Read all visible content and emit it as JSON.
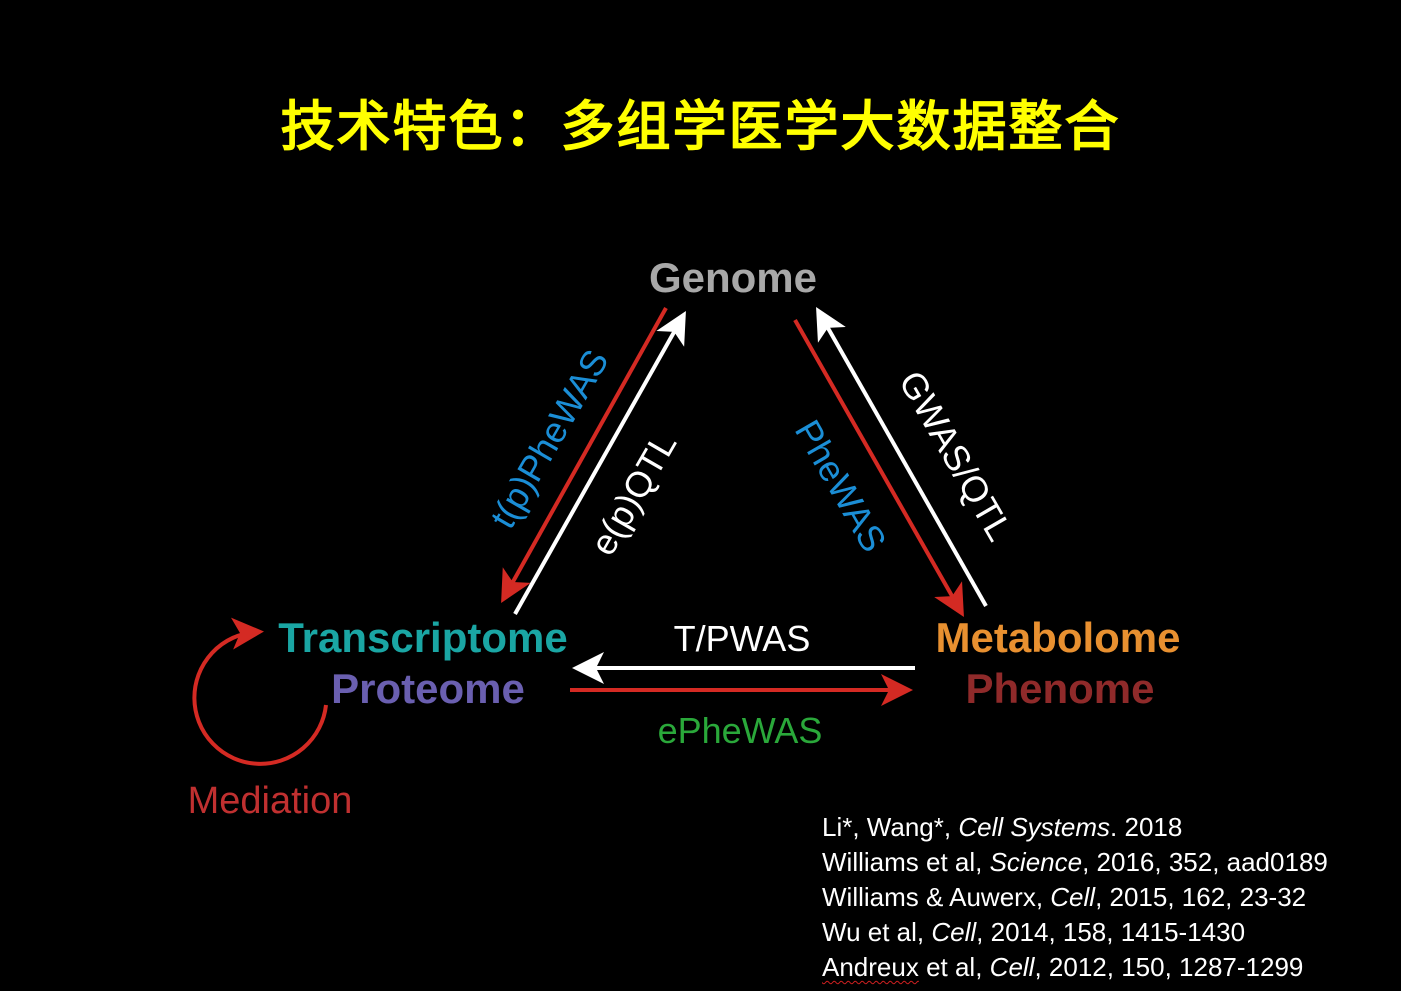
{
  "title": "技术特色：多组学医学大数据整合",
  "colors": {
    "background": "#000000",
    "title": "#ffff00",
    "red_arrow": "#d42a23",
    "white_arrow": "#ffffff",
    "genome": "#a8a8a8",
    "transcriptome": "#1aa6a4",
    "proteome": "#6a5fb0",
    "metabolome": "#e89030",
    "phenome": "#8f2a2a",
    "blue_label": "#1b8ed6",
    "green_label": "#2aa83a",
    "mediation": "#c03030"
  },
  "nodes": {
    "genome": "Genome",
    "transcriptome": "Transcriptome",
    "proteome": "Proteome",
    "metabolome": "Metabolome",
    "phenome": "Phenome"
  },
  "edges": {
    "left_red": "t(p)PheWAS",
    "left_white": "e(p)QTL",
    "right_red": "PheWAS",
    "right_white": "GWAS/QTL",
    "bottom_white": "T/PWAS",
    "bottom_red": "ePheWAS",
    "loop": "Mediation"
  },
  "references": [
    {
      "pre": "Li*, Wang*, ",
      "journal": "Cell Systems",
      "post": ". 2018"
    },
    {
      "pre": "Williams et al, ",
      "journal": "Science",
      "post": ", 2016, 352, aad0189"
    },
    {
      "pre": "Williams & Auwerx, ",
      "journal": "Cell",
      "post": ", 2015, 162, 23-32"
    },
    {
      "pre": "Wu et al, ",
      "journal": "Cell",
      "post": ", 2014, 158, 1415-1430"
    },
    {
      "pre": "Andreux",
      "pre2": " et al, ",
      "journal": "Cell",
      "post": ", 2012, 150, 1287-1299"
    }
  ]
}
